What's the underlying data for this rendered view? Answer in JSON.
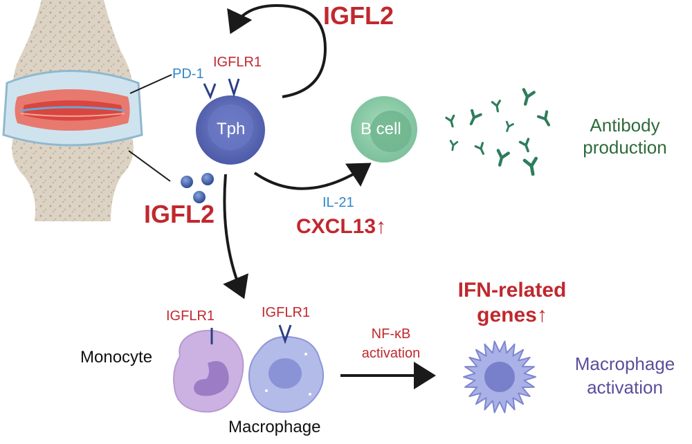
{
  "labels": {
    "igfl2_top": "IGFL2",
    "igfl2_left": "IGFL2",
    "igflr1_tph": "IGFLR1",
    "pd1": "PD-1",
    "tph": "Tph",
    "b_cell": "B cell",
    "antibody_production": [
      "Antibody",
      "production"
    ],
    "il21": "IL-21",
    "cxcl13": "CXCL13↑",
    "igflr1_monocyte": "IGFLR1",
    "igflr1_macrophage": "IGFLR1",
    "monocyte": "Monocyte",
    "macrophage": "Macrophage",
    "nfkb": [
      "NF-κB",
      "activation"
    ],
    "ifn_genes": [
      "IFN-related",
      "genes↑"
    ],
    "macrophage_activation": [
      "Macrophage",
      "activation"
    ]
  },
  "colors": {
    "red_text": "#c0282e",
    "blue_text": "#2f86c8",
    "green_text": "#2e6b3a",
    "purple_text": "#5a4e9c",
    "tph_cell": "#5566b4",
    "b_cell": "#8ccba7",
    "antibody": "#2e7d5b",
    "monocyte": "#b89ad0",
    "macrophage": "#8e96d8",
    "igfl2_dots": "#3a5aa6"
  },
  "icons": {
    "knee_joint": "knee-joint-illustration",
    "antibodies": "antibody-icons",
    "igfl2_dots": "igfl2-molecule-dots"
  }
}
